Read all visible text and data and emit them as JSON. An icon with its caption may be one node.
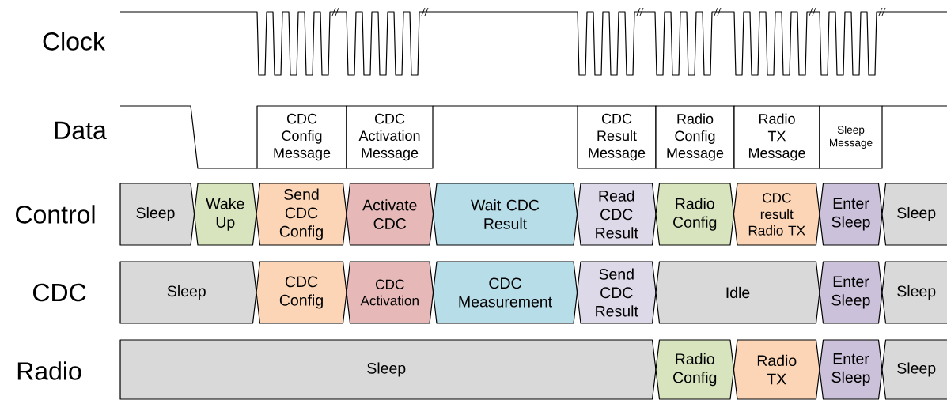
{
  "diagram": {
    "nodes": [
      {
        "text": [
          "CDC Config Message"
        ]
      },
      {
        "text": [
          "CDC Activation Message"
        ]
      },
      {
        "text": [
          "CDC Result Message"
        ]
      },
      {
        "text": [
          "Radio Config Message"
        ]
      },
      {
        "text": [
          "Radio TX Message"
        ]
      },
      {
        "text": [
          "Sleep Message"
        ]
      },
      {
        "text": [
          "Sleep"
        ]
      },
      {
        "text": [
          "Wake Up"
        ]
      },
      {
        "text": [
          "Send CDC Config"
        ]
      },
      {
        "text": [
          "Activate CDC"
        ]
      },
      {
        "text": [
          "Wait CDC Result"
        ]
      },
      {
        "text": [
          "Read CDC Result"
        ]
      },
      {
        "text": [
          "Radio Config"
        ]
      },
      {
        "text": [
          "CDC result Radio TX"
        ]
      },
      {
        "text": [
          "Enter Sleep"
        ]
      },
      {
        "text": [
          "Sleep"
        ]
      },
      {
        "text": [
          "Sleep"
        ]
      },
      {
        "text": [
          "CDC Config"
        ]
      },
      {
        "text": [
          "CDC Activation"
        ]
      },
      {
        "text": [
          "CDC Measurement"
        ]
      },
      {
        "text": [
          "Send CDC Result"
        ]
      },
      {
        "text": [
          "Idle"
        ]
      },
      {
        "text": [
          "Enter Sleep"
        ]
      },
      {
        "text": [
          "Sleep"
        ]
      },
      {
        "text": [
          "Sleep"
        ]
      },
      {
        "text": [
          "Radio Config"
        ]
      },
      {
        "text": [
          "Radio TX"
        ]
      },
      {
        "text": [
          "Enter Sleep"
        ]
      },
      {
        "text": [
          "Sleep"
        ]
      }
    ],
    "labels": [
      "Clock",
      "Data",
      "Control",
      "CDC",
      "Radio"
    ]
  }
}
